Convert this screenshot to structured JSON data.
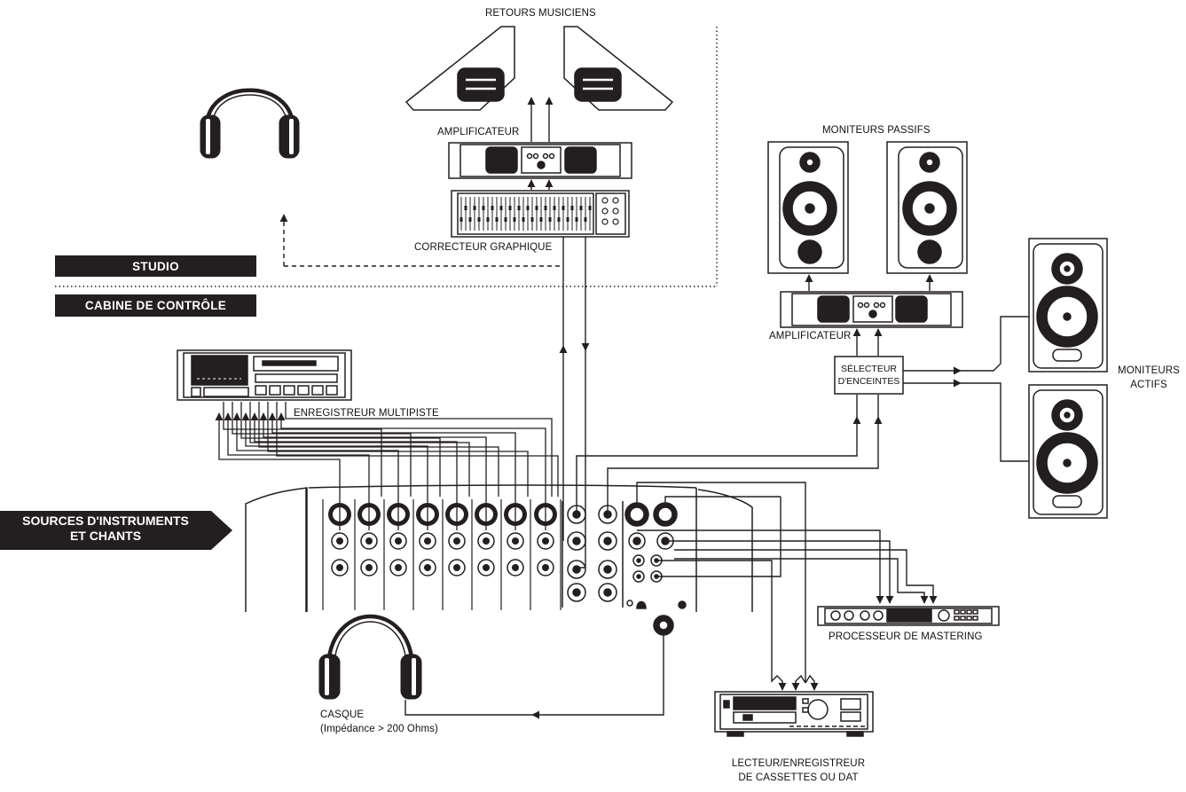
{
  "zones": {
    "studio": "STUDIO",
    "control_room": "CABINE DE CONTRÔLE",
    "sources": [
      "SOURCES D'INSTRUMENTS",
      "ET CHANTS"
    ]
  },
  "labels": {
    "musician_monitors": "RETOURS MUSICIENS",
    "amplifier_studio": "AMPLIFICATEUR",
    "graphic_eq": "CORRECTEUR GRAPHIQUE",
    "passive_monitors": "MONITEURS PASSIFS",
    "amplifier_control": "AMPLIFICATEUR",
    "speaker_selector": [
      "SÉLECTEUR",
      "D'ENCEINTES"
    ],
    "active_monitors": [
      "MONITEURS",
      "ACTIFS"
    ],
    "multitrack_recorder": "ENREGISTREUR MULTIPISTE",
    "mastering_processor": "PROCESSEUR DE MASTERING",
    "headphones": [
      "CASQUE",
      "(Impédance > 200 Ohms)"
    ],
    "cassette_dat": [
      "LECTEUR/ENREGISTREUR",
      "DE CASSETTES OU DAT"
    ]
  },
  "icons": [
    "headphones-icon",
    "wedge-monitor-icon",
    "rack-amplifier-icon",
    "graphic-eq-icon",
    "passive-speaker-icon",
    "active-speaker-icon",
    "multitrack-recorder-icon",
    "mixer-console-icon",
    "mastering-processor-icon",
    "cassette-deck-icon"
  ],
  "colors": {
    "ink": "#231f20",
    "paper": "#ffffff"
  }
}
